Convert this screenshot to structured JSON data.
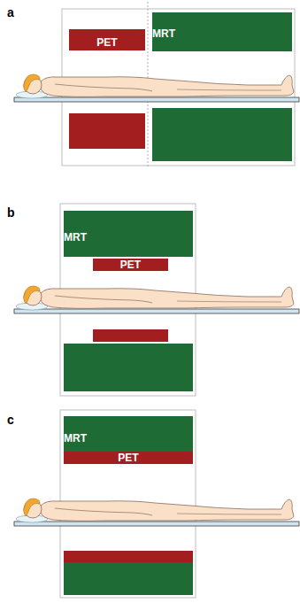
{
  "diagram": {
    "nodes": [
      {
        "text": [
          "PET"
        ]
      },
      {
        "text": [
          "MRT"
        ]
      },
      {
        "text": [
          "MRT"
        ]
      },
      {
        "text": [
          "PET"
        ]
      },
      {
        "text": [
          "MRT"
        ]
      },
      {
        "text": [
          "PET"
        ]
      }
    ],
    "labels": [
      "a",
      "b",
      "c"
    ]
  }
}
